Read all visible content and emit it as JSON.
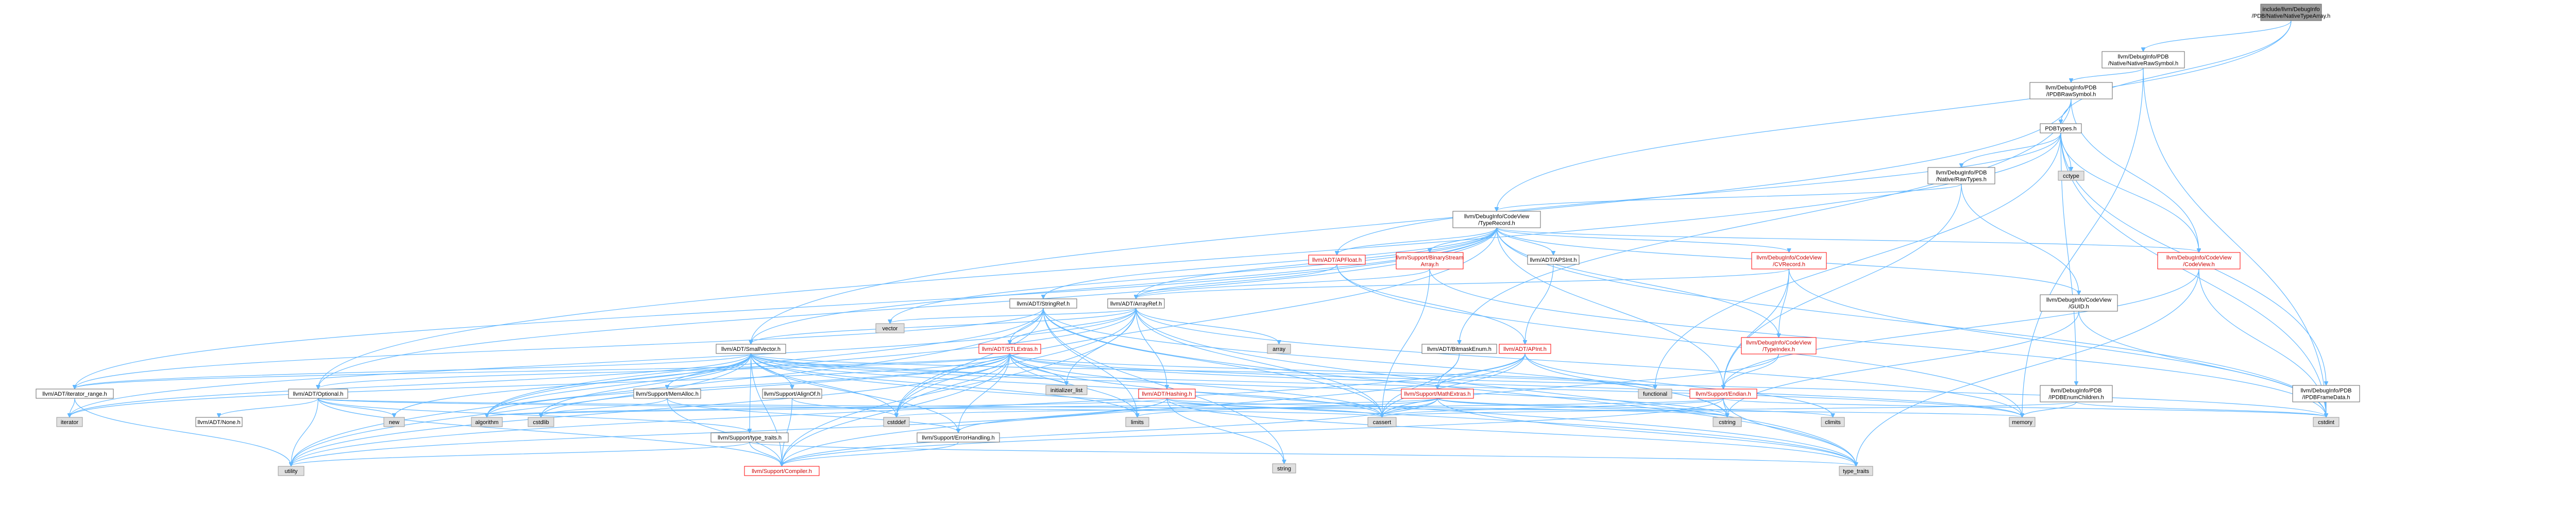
{
  "page": {
    "title": "Include dependency graph"
  },
  "colors": {
    "edge": "#63b8ff",
    "root_fill": "#999999",
    "default_fill": "#ffffff",
    "external_fill": "#e0e0e0",
    "incomplete_border": "#ff0000"
  },
  "nodes": [
    {
      "id": "root",
      "kind": "root",
      "lines": [
        "include/llvm/DebugInfo",
        "/PDB/Native/NativeTypeArray.h"
      ]
    },
    {
      "id": "nativerawsymbol",
      "kind": "default",
      "lines": [
        "llvm/DebugInfo/PDB",
        "/Native/NativeRawSymbol.h"
      ]
    },
    {
      "id": "ipdbrawsymbol",
      "kind": "default",
      "lines": [
        "llvm/DebugInfo/PDB",
        "/IPDBRawSymbol.h"
      ]
    },
    {
      "id": "pdbtypes",
      "kind": "default",
      "lines": [
        "PDBTypes.h"
      ]
    },
    {
      "id": "nativeformatting",
      "kind": "default",
      "lines": [
        "llvm/DebugInfo/PDB",
        "/Native/RawTypes.h"
      ]
    },
    {
      "id": "cstdint_top",
      "kind": "ext",
      "lines": [
        "cctype"
      ]
    },
    {
      "id": "typerecord",
      "kind": "default",
      "lines": [
        "llvm/DebugInfo/CodeView",
        "/TypeRecord.h"
      ]
    },
    {
      "id": "apfloat",
      "kind": "red",
      "lines": [
        "llvm/ADT/APFloat.h"
      ]
    },
    {
      "id": "binarystreamarray",
      "kind": "red",
      "lines": [
        "llvm/Support/BinaryStream",
        "Array.h"
      ]
    },
    {
      "id": "apsint",
      "kind": "default",
      "lines": [
        "llvm/ADT/APSInt.h"
      ]
    },
    {
      "id": "cvrecord",
      "kind": "red",
      "lines": [
        "llvm/DebugInfo/CodeView",
        "/CVRecord.h"
      ]
    },
    {
      "id": "codeview",
      "kind": "red",
      "lines": [
        "llvm/DebugInfo/CodeView",
        "/CodeView.h"
      ]
    },
    {
      "id": "guid",
      "kind": "default",
      "lines": [
        "llvm/DebugInfo/CodeView",
        "/GUID.h"
      ]
    },
    {
      "id": "stringref",
      "kind": "default",
      "lines": [
        "llvm/ADT/StringRef.h"
      ]
    },
    {
      "id": "arrayref",
      "kind": "default",
      "lines": [
        "llvm/ADT/ArrayRef.h"
      ]
    },
    {
      "id": "bitmaskenum",
      "kind": "default",
      "lines": [
        "llvm/ADT/BitmaskEnum.h"
      ]
    },
    {
      "id": "apint",
      "kind": "red",
      "lines": [
        "llvm/ADT/APInt.h"
      ]
    },
    {
      "id": "typeindex",
      "kind": "red",
      "lines": [
        "llvm/DebugInfo/CodeView",
        "/TypeIndex.h"
      ]
    },
    {
      "id": "vector",
      "kind": "ext",
      "lines": [
        "vector"
      ]
    },
    {
      "id": "smallvector",
      "kind": "default",
      "lines": [
        "llvm/ADT/SmallVector.h"
      ]
    },
    {
      "id": "stlextras",
      "kind": "red",
      "lines": [
        "llvm/ADT/STLExtras.h"
      ]
    },
    {
      "id": "array",
      "kind": "ext",
      "lines": [
        "array"
      ]
    },
    {
      "id": "hashing",
      "kind": "red",
      "lines": [
        "llvm/ADT/Hashing.h"
      ]
    },
    {
      "id": "mathextras",
      "kind": "red",
      "lines": [
        "llvm/Support/MathExtras.h"
      ]
    },
    {
      "id": "endian",
      "kind": "red",
      "lines": [
        "llvm/Support/Endian.h"
      ]
    },
    {
      "id": "functional",
      "kind": "ext",
      "lines": [
        "functional"
      ]
    },
    {
      "id": "iterator_range",
      "kind": "default",
      "lines": [
        "llvm/ADT/iterator_range.h"
      ]
    },
    {
      "id": "optional",
      "kind": "default",
      "lines": [
        "llvm/ADT/Optional.h"
      ]
    },
    {
      "id": "memalloc",
      "kind": "default",
      "lines": [
        "llvm/Support/MemAlloc.h"
      ]
    },
    {
      "id": "alignof",
      "kind": "default",
      "lines": [
        "llvm/Support/AlignOf.h"
      ]
    },
    {
      "id": "initializer_list",
      "kind": "ext",
      "lines": [
        "initializer_list"
      ]
    },
    {
      "id": "pdbsymchildren",
      "kind": "default",
      "lines": [
        "llvm/DebugInfo/PDB",
        "/IPDBEnumChildren.h"
      ]
    },
    {
      "id": "pdbframedata",
      "kind": "default",
      "lines": [
        "llvm/DebugInfo/PDB",
        "/IPDBFrameData.h"
      ]
    },
    {
      "id": "iterator",
      "kind": "ext",
      "lines": [
        "iterator"
      ]
    },
    {
      "id": "none",
      "kind": "default",
      "lines": [
        "llvm/ADT/None.h"
      ]
    },
    {
      "id": "new",
      "kind": "ext",
      "lines": [
        "new"
      ]
    },
    {
      "id": "algorithm",
      "kind": "ext",
      "lines": [
        "algorithm"
      ]
    },
    {
      "id": "cstdlib",
      "kind": "ext",
      "lines": [
        "cstdlib"
      ]
    },
    {
      "id": "cstddef",
      "kind": "ext",
      "lines": [
        "cstddef"
      ]
    },
    {
      "id": "limits",
      "kind": "ext",
      "lines": [
        "limits"
      ]
    },
    {
      "id": "cassert",
      "kind": "ext",
      "lines": [
        "cassert"
      ]
    },
    {
      "id": "climits",
      "kind": "ext",
      "lines": [
        "climits"
      ]
    },
    {
      "id": "cstring",
      "kind": "ext",
      "lines": [
        "cstring"
      ]
    },
    {
      "id": "memory",
      "kind": "ext",
      "lines": [
        "memory"
      ]
    },
    {
      "id": "cstdint",
      "kind": "ext",
      "lines": [
        "cstdint"
      ]
    },
    {
      "id": "typetraits",
      "kind": "default",
      "lines": [
        "llvm/Support/type_traits.h"
      ]
    },
    {
      "id": "errorhandling",
      "kind": "default",
      "lines": [
        "llvm/Support/ErrorHandling.h"
      ]
    },
    {
      "id": "utility",
      "kind": "ext",
      "lines": [
        "utility"
      ]
    },
    {
      "id": "compiler",
      "kind": "red",
      "lines": [
        "llvm/Support/Compiler.h"
      ]
    },
    {
      "id": "string",
      "kind": "ext",
      "lines": [
        "string"
      ]
    },
    {
      "id": "type_traits",
      "kind": "ext",
      "lines": [
        "type_traits"
      ]
    }
  ]
}
